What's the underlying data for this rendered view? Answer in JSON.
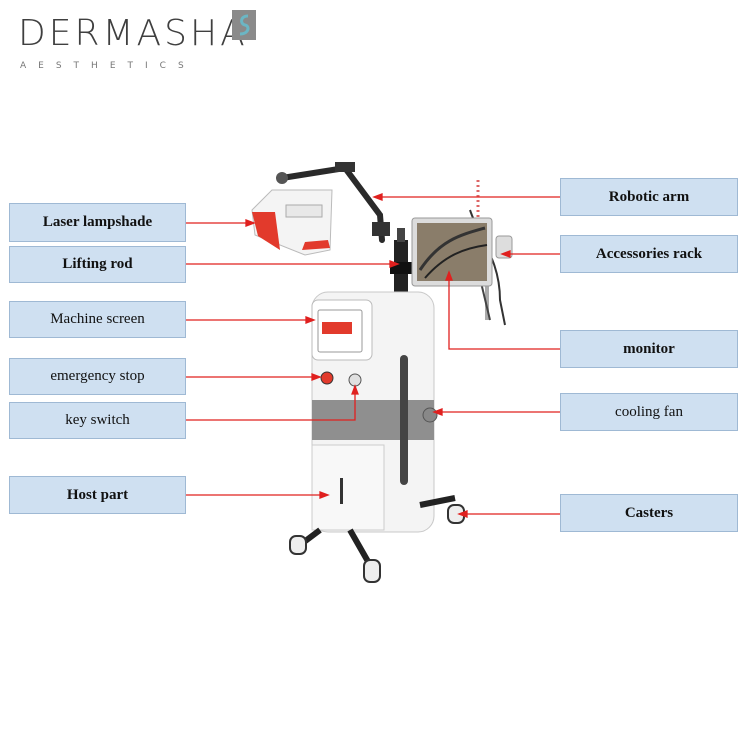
{
  "brand": {
    "name": "DERMASHA",
    "tagline": "AESTHETICS",
    "colors": {
      "text": "#3f3f3f",
      "accent": "#6bb6c4",
      "mark": "#8a8a8a"
    }
  },
  "colors": {
    "label_bg": "#cfe0f1",
    "label_border": "#9fb9d4",
    "leader_line": "#e0201f"
  },
  "labels": {
    "left": [
      {
        "text": "Laser lampshade",
        "bold": true
      },
      {
        "text": "Lifting rod",
        "bold": true
      },
      {
        "text": "Machine screen",
        "bold": false
      },
      {
        "text": "emergency stop",
        "bold": false
      },
      {
        "text": "key switch",
        "bold": false
      },
      {
        "text": "Host part",
        "bold": true
      }
    ],
    "right": [
      {
        "text": "Robotic arm",
        "bold": true
      },
      {
        "text": "Accessories rack",
        "bold": true
      },
      {
        "text": "monitor",
        "bold": true
      },
      {
        "text": "cooling fan",
        "bold": false
      },
      {
        "text": "Casters",
        "bold": true
      }
    ]
  }
}
